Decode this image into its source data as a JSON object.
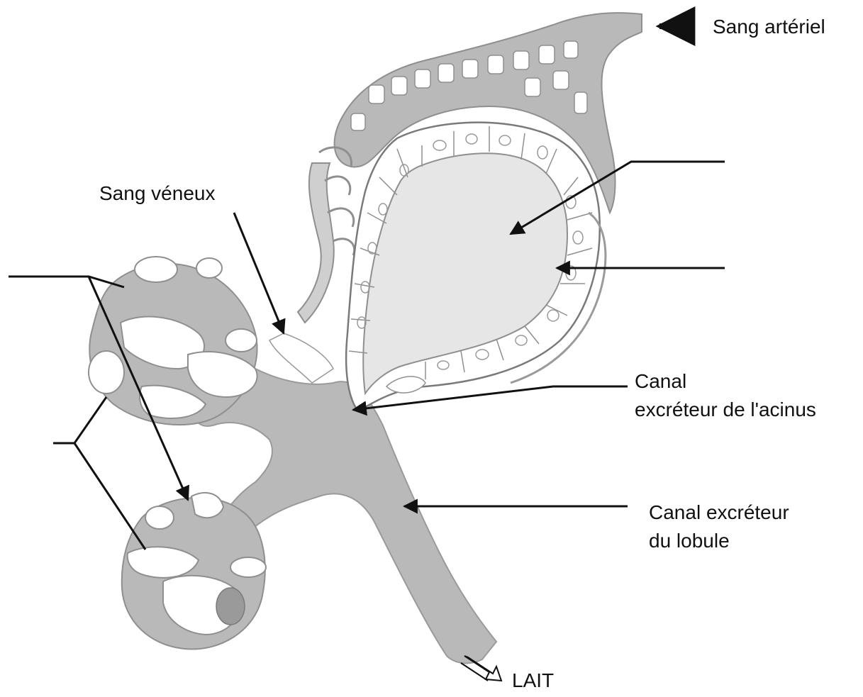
{
  "labels": {
    "sang_arteriel": "Sang artériel",
    "sang_veneux": "Sang véneux",
    "canal_acinus_line1": "Canal",
    "canal_acinus_line2": "excréteur de l'acinus",
    "canal_lobule_line1": "Canal excréteur",
    "canal_lobule_line2": "du lobule",
    "lait": "LAIT"
  },
  "colors": {
    "tissue": "#b9b9b9",
    "tissue_dark": "#8f8f8f",
    "lumen": "#e6e6e6",
    "cells": "#ffffff",
    "outline": "#7a7a7a",
    "ink": "#111111"
  }
}
